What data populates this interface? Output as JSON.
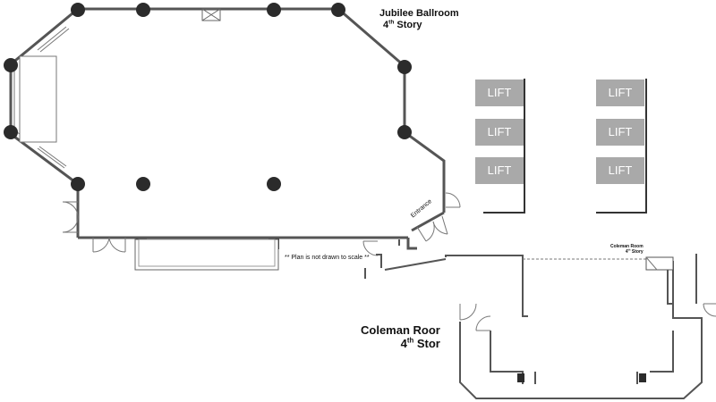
{
  "jubilee": {
    "name": "Jubilee Ballroom",
    "floor_num": "4",
    "floor_sup": "th",
    "floor_word": "Story"
  },
  "coleman": {
    "name": "Coleman Roor",
    "floor_num": "4",
    "floor_sup": "th",
    "floor_word": "Stor"
  },
  "coleman_small": {
    "name": "Coleman Room",
    "floor_num": "4",
    "floor_sup": "th",
    "floor_word": "Story"
  },
  "entrance_label": "Entrance",
  "note": "** Plan is not drawn to scale **",
  "lifts": [
    "LIFT",
    "LIFT",
    "LIFT",
    "LIFT",
    "LIFT",
    "LIFT"
  ],
  "colors": {
    "wall": "#555555",
    "column": "#2b2b2b",
    "lift": "#a9a9a9",
    "stage_fill": "#ffffff"
  }
}
